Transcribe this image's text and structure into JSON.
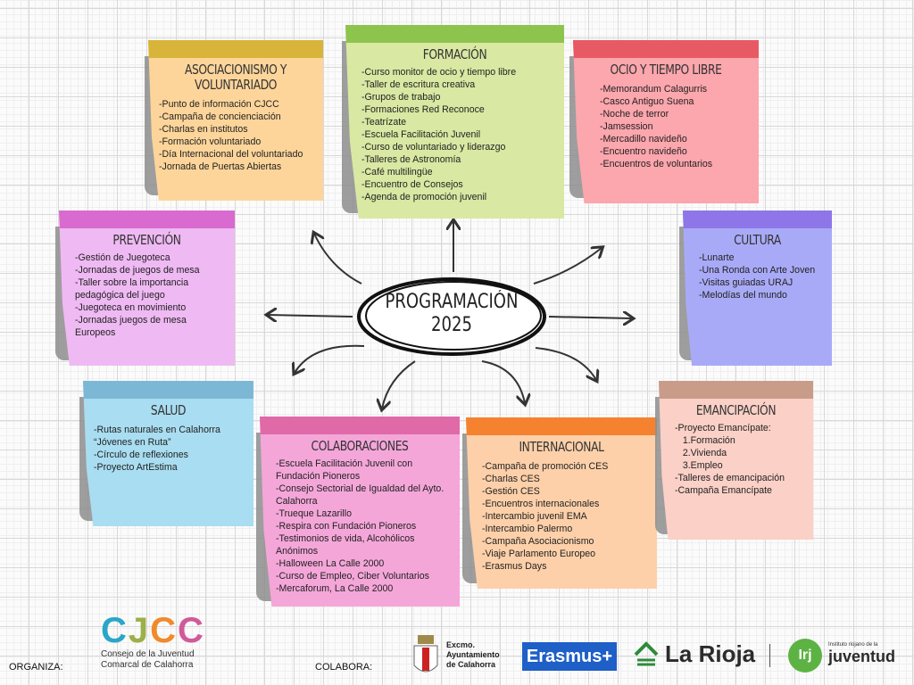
{
  "center": {
    "line1": "PROGRAMACIÓN",
    "line2": "2025"
  },
  "notes": [
    {
      "id": "asociacionismo",
      "title": "ASOCIACIONISMO Y VOLUNTARIADO",
      "band": "#d9b43a",
      "body": "#fdd59a",
      "items": [
        "-Punto de información CJCC",
        "-Campaña de concienciación",
        "-Charlas en institutos",
        "-Formación voluntariado",
        "-Día Internacional del voluntariado",
        "-Jornada de Puertas Abiertas"
      ]
    },
    {
      "id": "formacion",
      "title": "FORMACIÓN",
      "band": "#8dc44e",
      "body": "#d9e8a2",
      "items": [
        "-Curso monitor de ocio y tiempo libre",
        "-Taller de escritura creativa",
        "-Grupos de trabajo",
        "-Formaciones Red Reconoce",
        "-Teatrízate",
        "-Escuela Facilitación Juvenil",
        "-Curso de voluntariado y liderazgo",
        "-Talleres de Astronomía",
        "-Café multilingüe",
        "-Encuentro de Consejos",
        "-Agenda de promoción juvenil"
      ]
    },
    {
      "id": "ocio",
      "title": "OCIO Y TIEMPO LIBRE",
      "band": "#e85a63",
      "body": "#fca6ad",
      "items": [
        "-Memorandum Calagurris",
        "-Casco Antiguo Suena",
        "-Noche de terror",
        "-Jamsession",
        "-Mercadillo navideño",
        "-Encuentro navideño",
        "-Encuentros de voluntarios"
      ]
    },
    {
      "id": "prevencion",
      "title": "PREVENCIÓN",
      "band": "#d96ad0",
      "body": "#efb9f3",
      "items": [
        "-Gestión de Juegoteca",
        "-Jornadas de juegos de mesa",
        "-Taller sobre la importancia pedagógica del juego",
        "-Juegoteca en movimiento",
        "-Jornadas juegos de mesa Europeos"
      ]
    },
    {
      "id": "cultura",
      "title": "CULTURA",
      "band": "#8f76e8",
      "body": "#a9aaf7",
      "items": [
        "-Lunarte",
        "-Una Ronda con Arte Joven",
        "-Visitas guiadas URAJ",
        "-Melodías del mundo"
      ]
    },
    {
      "id": "salud",
      "title": "SALUD",
      "band": "#7cb8d6",
      "body": "#a9ddf1",
      "items": [
        "-Rutas naturales en Calahorra “Jóvenes en Ruta”",
        "-Círculo de reflexiones",
        "-Proyecto ArtEstima"
      ]
    },
    {
      "id": "colaboraciones",
      "title": "COLABORACIONES",
      "band": "#e06aa8",
      "body": "#f4a6d9",
      "items": [
        "-Escuela Facilitación Juvenil con Fundación Pioneros",
        "-Consejo Sectorial de Igualdad del Ayto. Calahorra",
        "-Trueque Lazarillo",
        "-Respira con Fundación Pioneros",
        "-Testimonios de vida, Alcohólicos Anónimos",
        "-Halloween La Calle 2000",
        "-Curso de Empleo, Ciber Voluntarios",
        "-Mercaforum, La Calle 2000"
      ]
    },
    {
      "id": "internacional",
      "title": "INTERNACIONAL",
      "band": "#f5822e",
      "body": "#fdd0a9",
      "items": [
        "-Campaña de promoción CES",
        "-Charlas CES",
        "-Gestión CES",
        "-Encuentros internacionales",
        "-Intercambio juvenil EMA",
        "-Intercambio Palermo",
        "-Campaña Asociacionismo",
        "-Viaje Parlamento Europeo",
        "-Erasmus Days"
      ]
    },
    {
      "id": "emancipacion",
      "title": "EMANCIPACIÓN",
      "band": "#c99c8a",
      "body": "#fbd0c6",
      "items": [
        "-Proyecto Emancípate:",
        "   1.Formación",
        "   2.Vivienda",
        "   3.Empleo",
        "-Talleres de emancipación",
        "-Campaña Emancípate"
      ]
    }
  ],
  "footer": {
    "organiza_label": "ORGANIZA:",
    "colabora_label": "COLABORA:",
    "cjcc": {
      "letters": "CJCC",
      "line1": "Consejo de la Juventud",
      "line2": "Comarcal de Calahorra"
    },
    "ayuntamiento": {
      "line1": "Excmo.",
      "line2": "Ayuntamiento",
      "line3": "de Calahorra"
    },
    "erasmus": "Erasmus+",
    "larioja": "La Rioja",
    "irj": {
      "mark": "Irj",
      "line1": "Instituto riojano de la",
      "line2": "juventud"
    }
  }
}
